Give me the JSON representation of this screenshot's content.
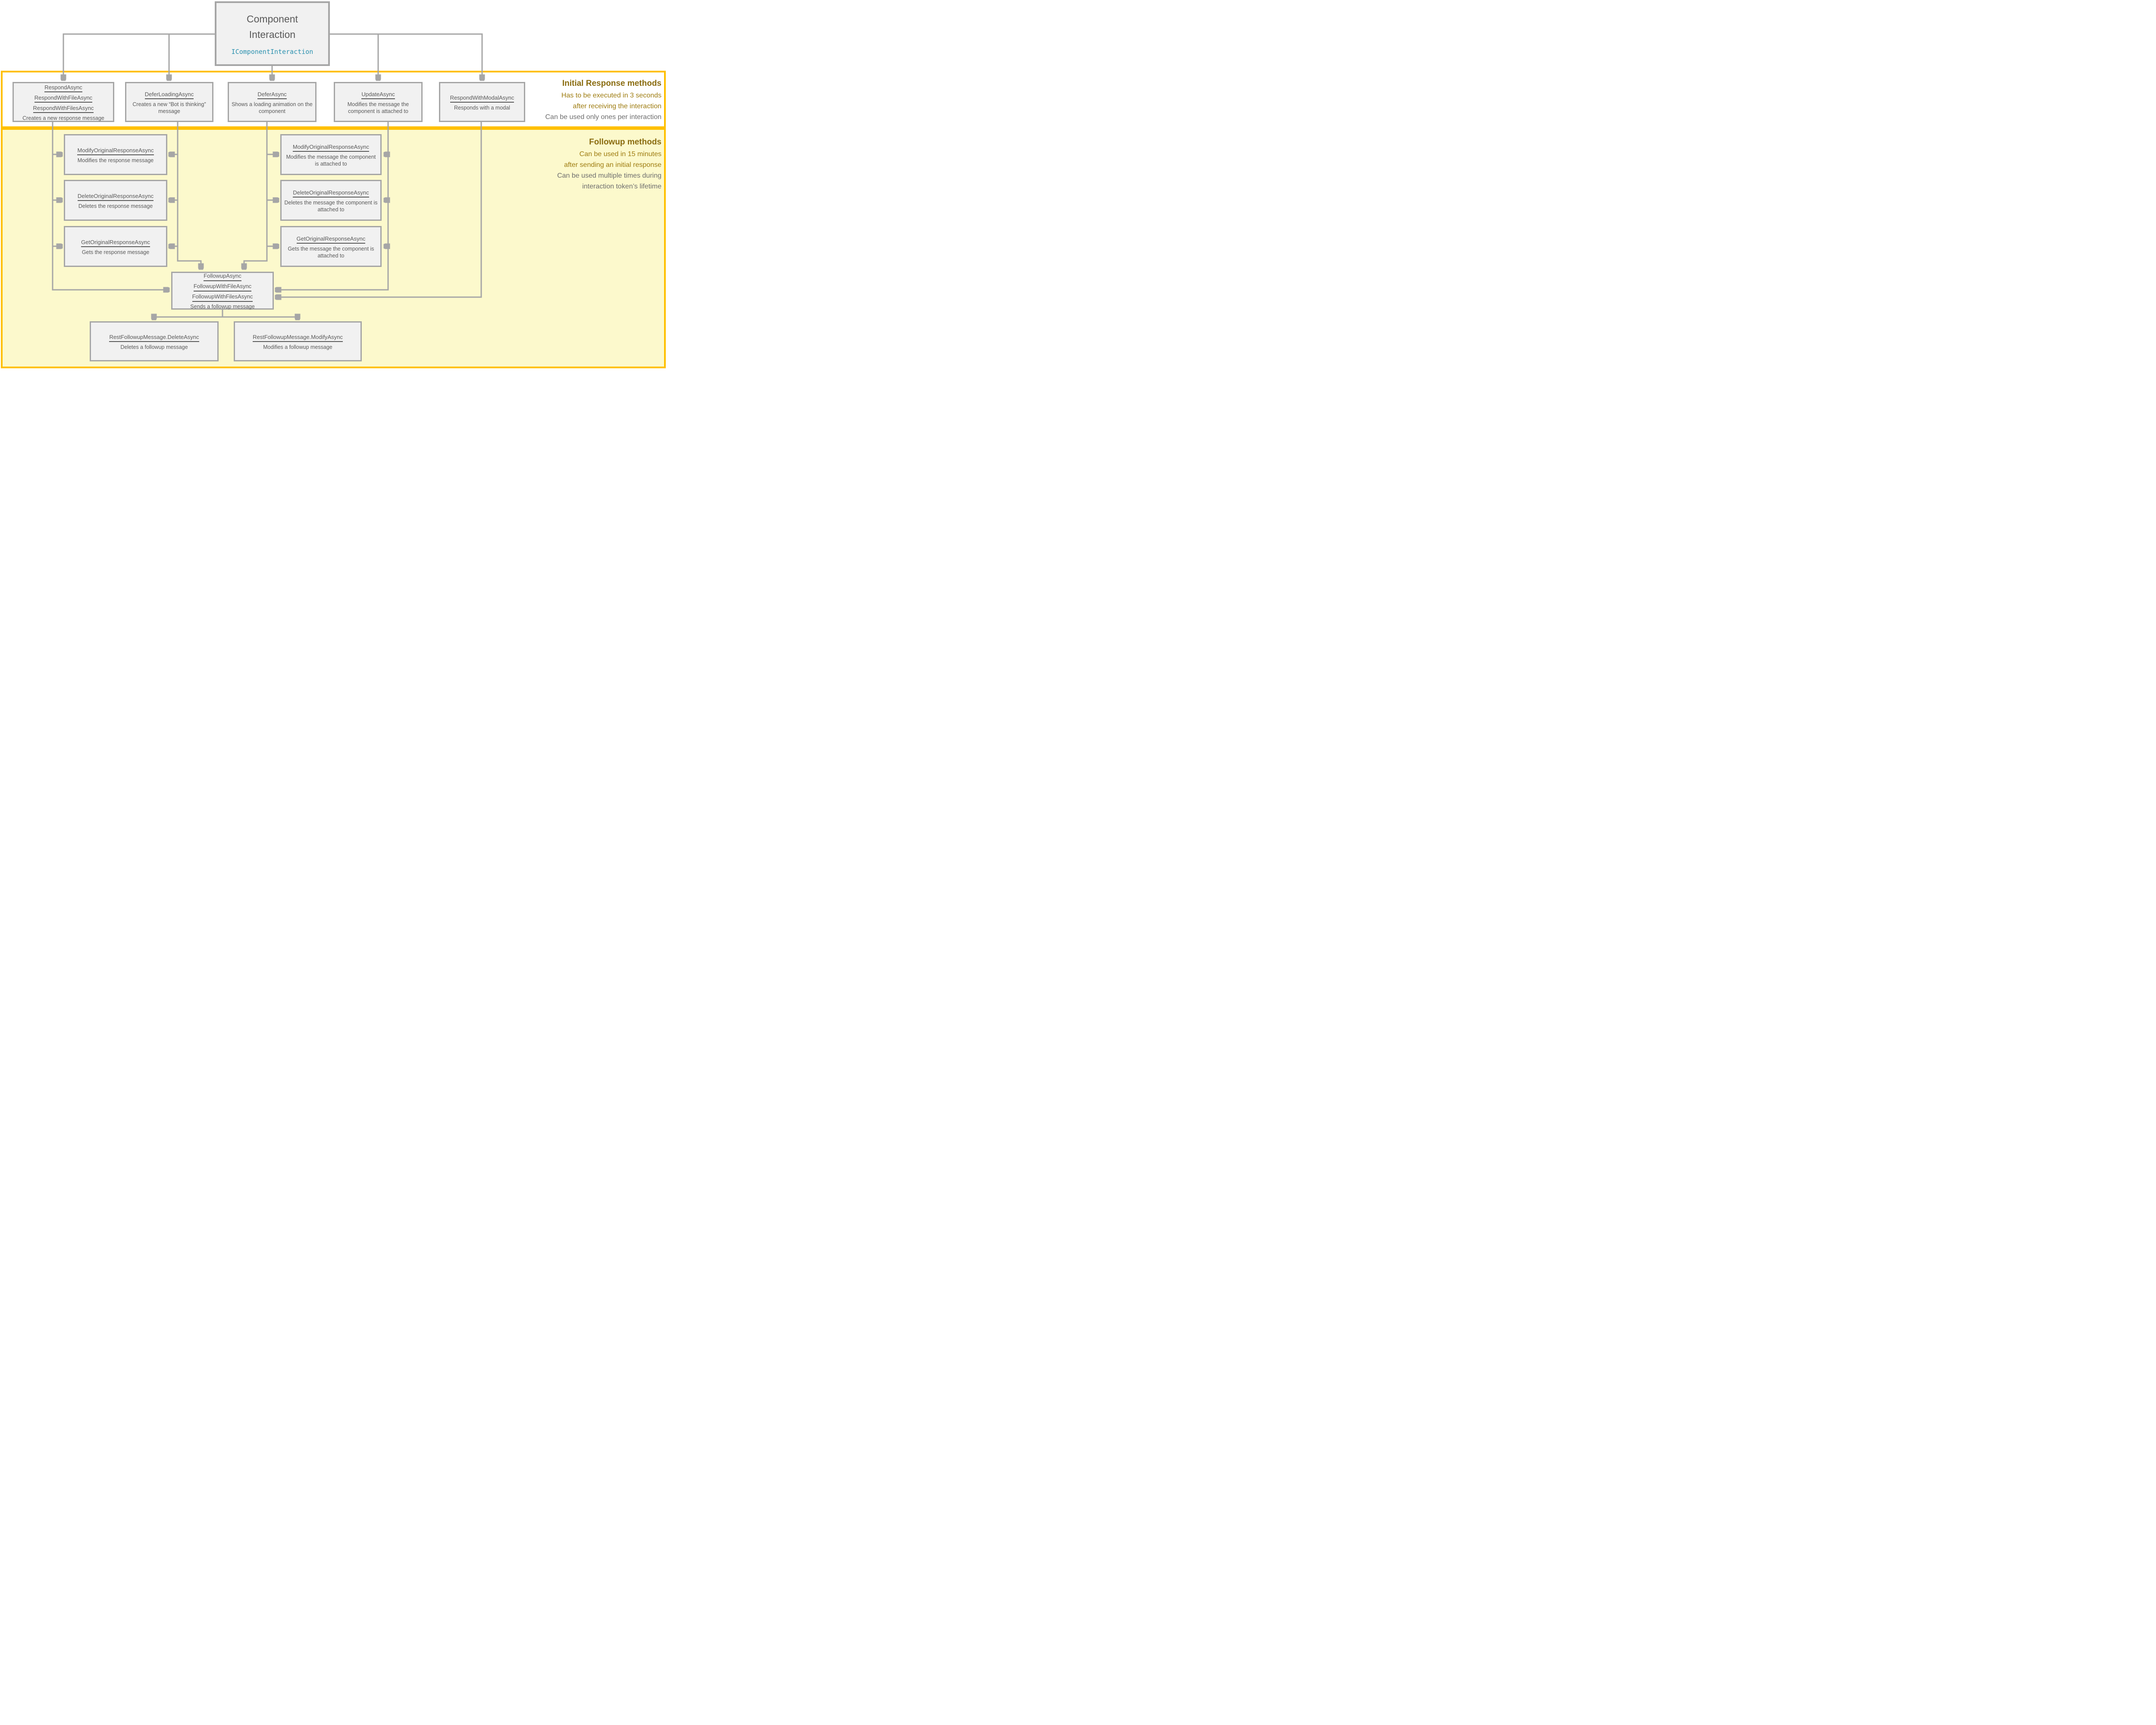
{
  "root_node": {
    "title_line1": "Component",
    "title_line2": "Interaction",
    "interface": "IComponentInteraction"
  },
  "initial_band": {
    "heading": "Initial Response methods",
    "gold_notes": [
      "Has to be executed in 3 seconds",
      "after receiving the interaction"
    ],
    "gray_note": "Can be used only ones per interaction",
    "nodes": [
      {
        "methods": [
          "RespondAsync",
          "RespondWithFileAsync",
          "RespondWithFilesAsync"
        ],
        "desc": "Creates a new response message"
      },
      {
        "methods": [
          "DeferLoadingAsync"
        ],
        "desc": "Creates a new “Bot is thinking” message"
      },
      {
        "methods": [
          "DeferAsync"
        ],
        "desc": "Shows a loading animation on the component"
      },
      {
        "methods": [
          "UpdateAsync"
        ],
        "desc": "Modifies the message the component is attached to"
      },
      {
        "methods": [
          "RespondWithModalAsync"
        ],
        "desc": "Responds with a modal"
      }
    ]
  },
  "followup_band": {
    "heading": "Followup methods",
    "gold_notes": [
      "Can be used in 15 minutes",
      "after sending an initial response"
    ],
    "gray_notes": [
      "Can be used multiple times during",
      "interaction token’s lifetime"
    ],
    "response_nodes": [
      {
        "methods": [
          "ModifyOriginalResponseAsync"
        ],
        "desc": "Modifies the response message"
      },
      {
        "methods": [
          "DeleteOriginalResponseAsync"
        ],
        "desc": "Deletes the response message"
      },
      {
        "methods": [
          "GetOriginalResponseAsync"
        ],
        "desc": "Gets the response message"
      }
    ],
    "component_nodes": [
      {
        "methods": [
          "ModifyOriginalResponseAsync"
        ],
        "desc": "Modifies the message the component is attached to"
      },
      {
        "methods": [
          "DeleteOriginalResponseAsync"
        ],
        "desc": "Deletes the message the component is attached to"
      },
      {
        "methods": [
          "GetOriginalResponseAsync"
        ],
        "desc": "Gets  the message the component is attached to"
      }
    ],
    "followup_node": {
      "methods": [
        "FollowupAsync",
        "FollowupWithFileAsync",
        "FollowupWithFilesAsync"
      ],
      "desc": "Sends a followup message"
    },
    "rest_nodes": [
      {
        "methods": [
          "RestFollowupMessage.DeleteAsync"
        ],
        "desc": "Deletes a followup message"
      },
      {
        "methods": [
          "RestFollowupMessage.ModifyAsync"
        ],
        "desc": "Modifies a followup message"
      }
    ]
  },
  "colors": {
    "band_border": "#FFC000",
    "followup_band_fill": "#FCF9CC",
    "node_fill": "#F1F1F1",
    "node_border": "#A6A6A6",
    "node_text": "#595959",
    "interface_text": "#2B91AF",
    "heading_text": "#8A6C10",
    "gold_note_text": "#9E7C10",
    "gray_note_text": "#6E6E6E",
    "wire": "#A6A6A6"
  }
}
